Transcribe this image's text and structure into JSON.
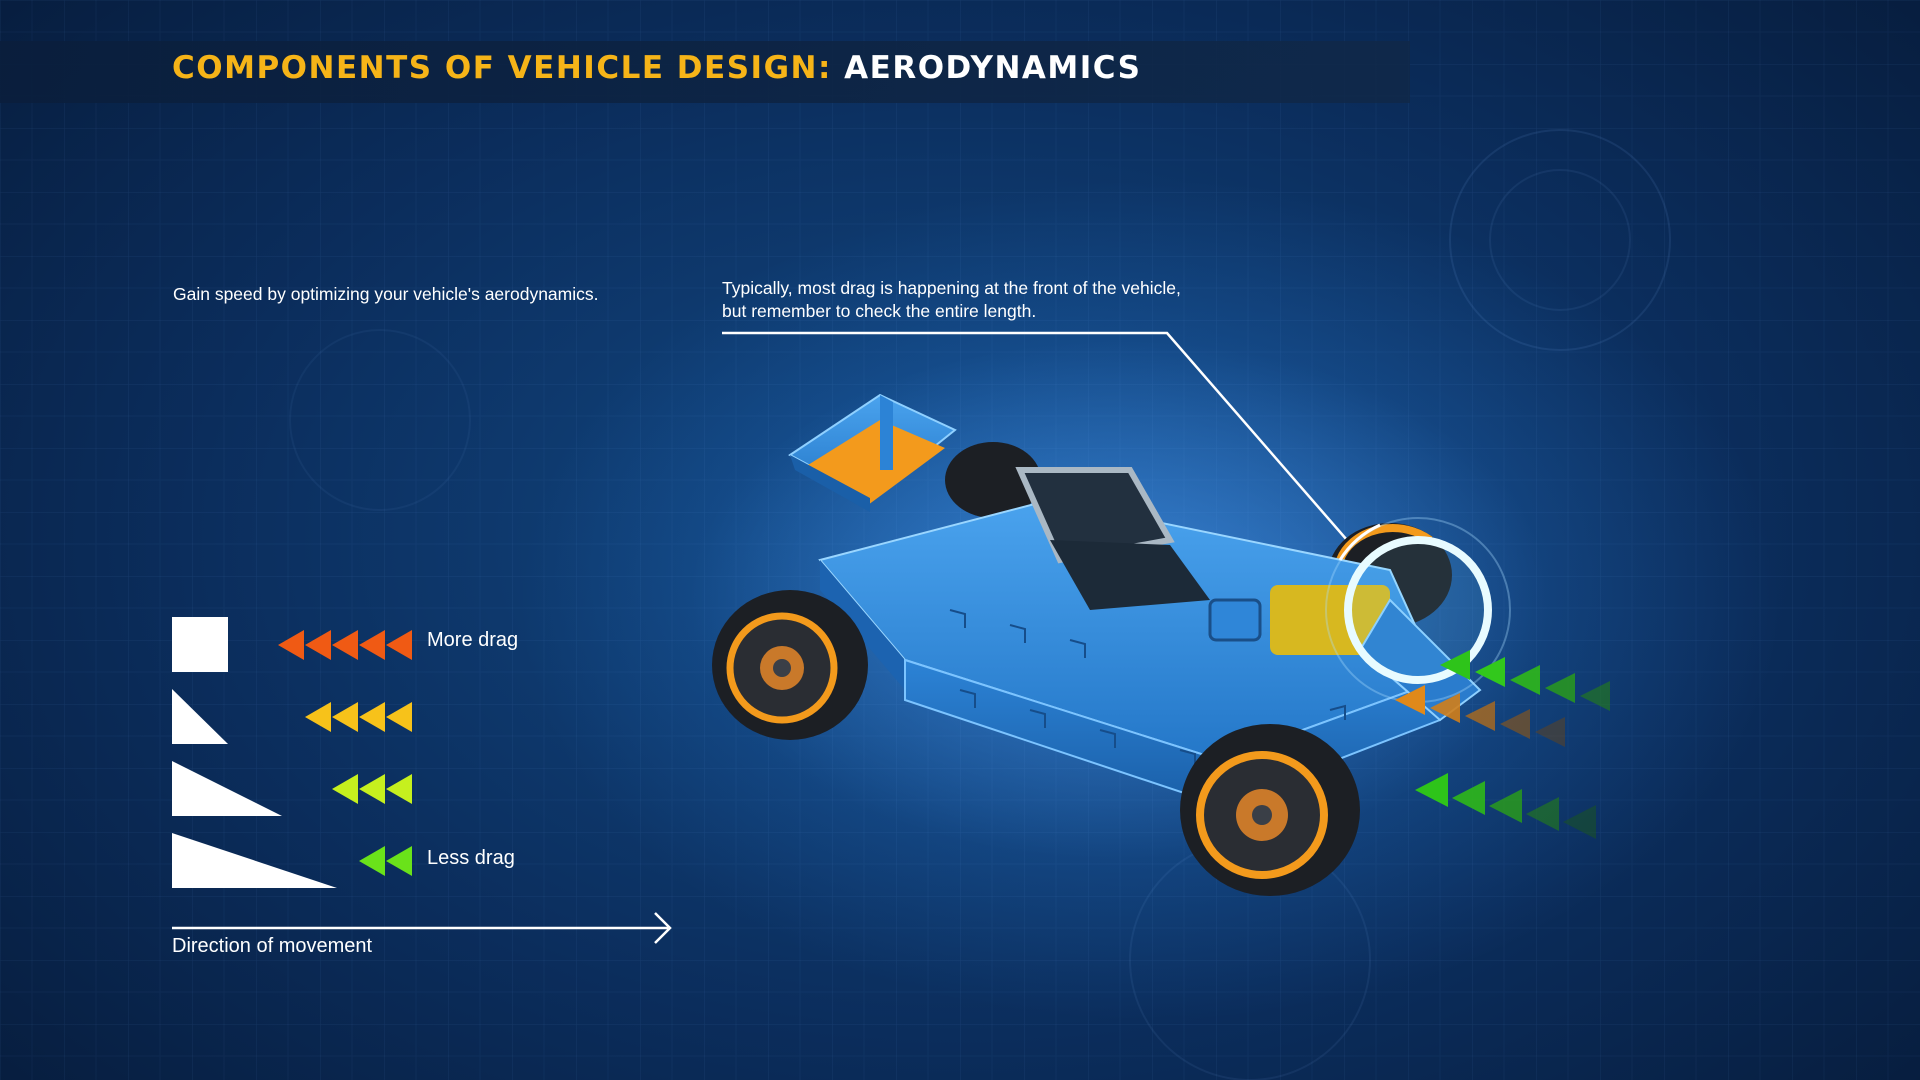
{
  "header": {
    "title_accent": "COMPONENTS OF VEHICLE DESIGN:",
    "title_main": "AERODYNAMICS"
  },
  "intro_text": "Gain speed by optimizing your vehicle's aerodynamics.",
  "callout_text": "Typically, most drag is happening at the front of the vehicle, but remember to check the entire length.",
  "legend": {
    "items": [
      {
        "shape": "square",
        "arrow_count": 5,
        "color": "#f05a14",
        "label": "More drag"
      },
      {
        "shape": "steep-wedge",
        "arrow_count": 4,
        "color": "#f7c21a",
        "label": ""
      },
      {
        "shape": "medium-wedge",
        "arrow_count": 3,
        "color": "#c6f01e",
        "label": ""
      },
      {
        "shape": "shallow-wedge",
        "arrow_count": 2,
        "color": "#6ae21a",
        "label": "Less drag"
      }
    ]
  },
  "direction": {
    "label": "Direction of movement"
  },
  "colors": {
    "accent_yellow": "#f6b418",
    "vehicle_blue": "#2f86d8",
    "tire_orange": "#f39a1c",
    "airflow_green": "#2ec41a",
    "airflow_orange": "#e0891a"
  },
  "vehicle": {
    "description_icon": "blue-buggy-vehicle",
    "highlight_icon": "target-ring-icon"
  }
}
